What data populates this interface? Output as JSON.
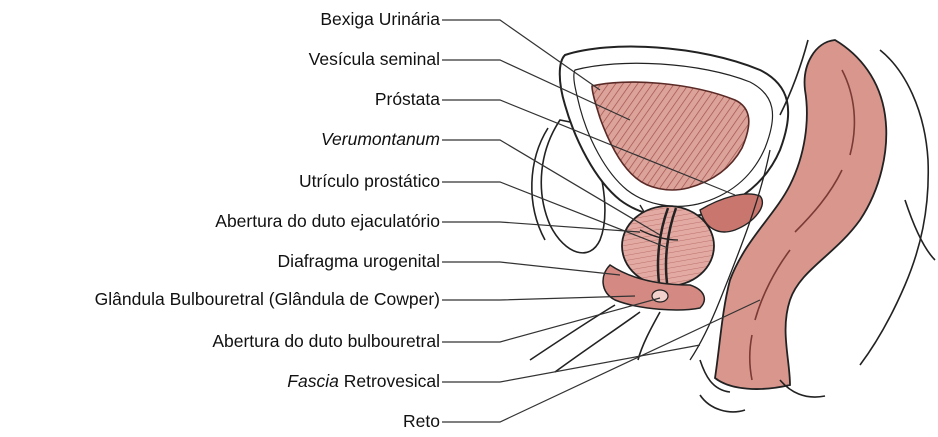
{
  "labels": [
    {
      "id": "bladder",
      "pre_italic": "",
      "text": "Bexiga Urinária"
    },
    {
      "id": "seminal-vesicle",
      "pre_italic": "",
      "text": "Vesícula seminal"
    },
    {
      "id": "prostate",
      "pre_italic": "",
      "text": "Próstata"
    },
    {
      "id": "verumontanum",
      "pre_italic": "Verumontanum",
      "text": ""
    },
    {
      "id": "prostatic-utricle",
      "pre_italic": "",
      "text": "Utrículo prostático"
    },
    {
      "id": "ejaculatory-duct-opening",
      "pre_italic": "",
      "text": "Abertura do duto ejaculatório"
    },
    {
      "id": "urogenital-diaphragm",
      "pre_italic": "",
      "text": "Diafragma urogenital"
    },
    {
      "id": "bulbourethral-gland",
      "pre_italic": "",
      "text": "Glândula Bulbouretral (Glândula de Cowper)"
    },
    {
      "id": "bulbourethral-duct-opening",
      "pre_italic": "",
      "text": "Abertura do duto bulbouretral"
    },
    {
      "id": "retrovesical-fascia",
      "pre_italic": "Fascia",
      "text": " Retrovesical"
    },
    {
      "id": "rectum",
      "pre_italic": "",
      "text": "Reto"
    }
  ],
  "colors": {
    "tissue": "#d99a92",
    "tissue_dark": "#b9605a",
    "outline": "#222222",
    "leader": "#333333"
  }
}
